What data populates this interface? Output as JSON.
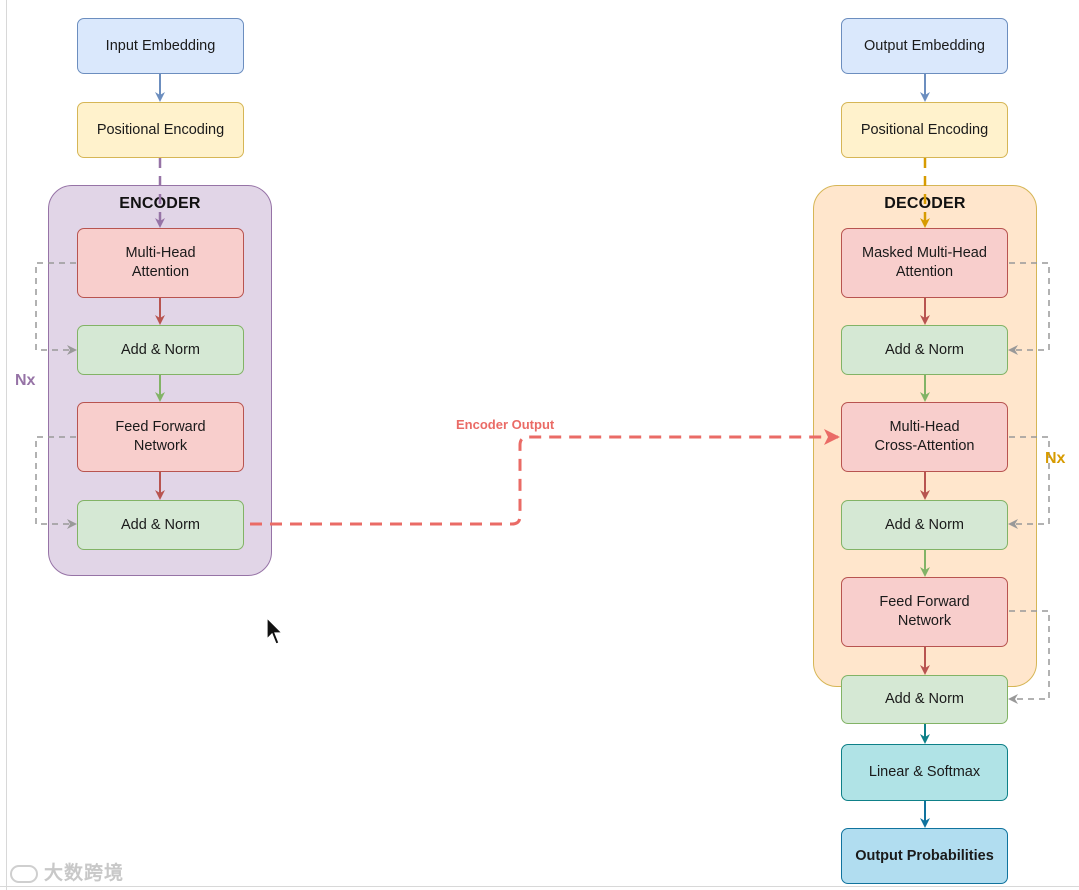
{
  "encoder": {
    "title": "ENCODER",
    "repeat_label": "Nx",
    "input_embedding": "Input Embedding",
    "positional_encoding": "Positional Encoding",
    "attention": "Multi-Head\nAttention",
    "add_norm_1": "Add & Norm",
    "feed_forward": "Feed Forward\nNetwork",
    "add_norm_2": "Add & Norm"
  },
  "decoder": {
    "title": "DECODER",
    "repeat_label": "Nx",
    "output_embedding": "Output Embedding",
    "positional_encoding": "Positional Encoding",
    "masked_attention": "Masked Multi-Head\nAttention",
    "add_norm_1": "Add & Norm",
    "cross_attention": "Multi-Head\nCross-Attention",
    "add_norm_2": "Add & Norm",
    "feed_forward": "Feed Forward\nNetwork",
    "add_norm_3": "Add & Norm",
    "linear_softmax": "Linear & Softmax",
    "output_probabilities": "Output Probabilities"
  },
  "connector": {
    "encoder_output_label": "Encoder Output"
  },
  "watermark": "大数跨境",
  "colors": {
    "encoder_accent": "#9673a6",
    "decoder_accent": "#d6b656",
    "encoder_output": "#ea6b66",
    "residual": "#999999"
  }
}
